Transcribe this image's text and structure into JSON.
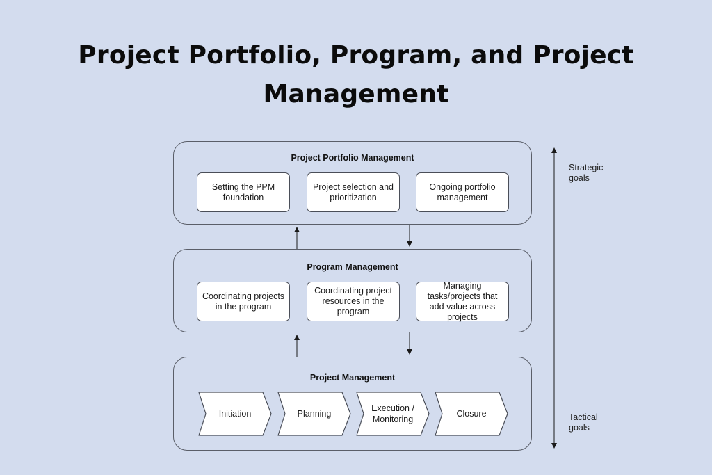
{
  "title": {
    "line1": "Project Portfolio, Program, and Project",
    "line2": "Management"
  },
  "portfolio": {
    "heading": "Project Portfolio Management",
    "items": [
      "Setting the PPM foundation",
      "Project selection and prioritization",
      "Ongoing portfolio management"
    ]
  },
  "program": {
    "heading": "Program Management",
    "items": [
      "Coordinating projects in the program",
      "Coordinating project resources in the program",
      "Managing tasks/projects that add value across projects"
    ]
  },
  "project": {
    "heading": "Project Management",
    "phases": [
      "Initiation",
      "Planning",
      "Execution / Monitoring",
      "Closure"
    ]
  },
  "goals": {
    "strategic": "Strategic goals",
    "tactical": "Tactical goals"
  },
  "colors": {
    "background": "#d3dcee",
    "box_fill": "#ffffff",
    "border": "#4a4e58"
  }
}
